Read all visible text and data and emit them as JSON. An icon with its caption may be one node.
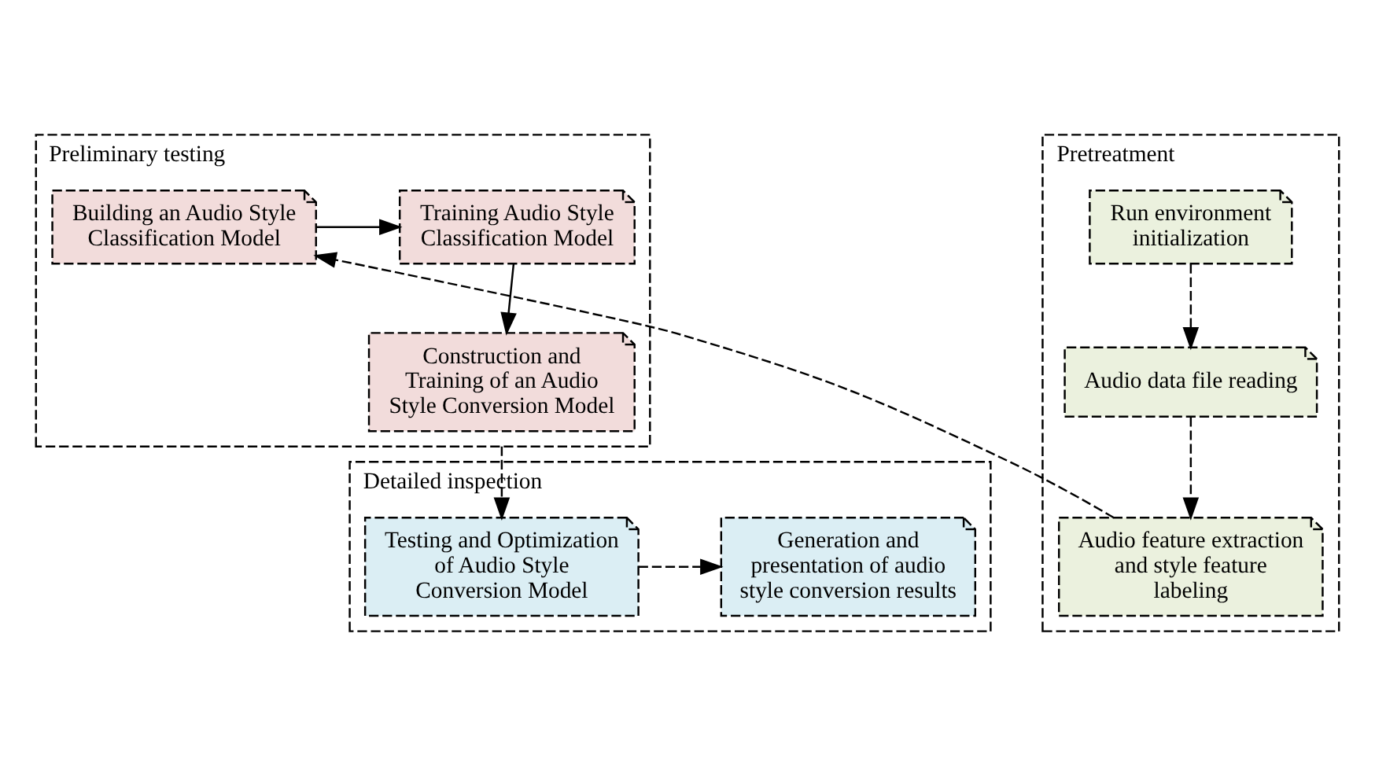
{
  "diagram": {
    "nodes": [
      {
        "text": [
          "Preliminary testing"
        ]
      },
      {
        "text": [
          "Building an Audio Style Classification Model"
        ],
        "in": 0
      },
      {
        "text": [
          "Training Audio Style Classification Model"
        ],
        "in": 0
      },
      {
        "text": [
          "Construction and Training of an Audio Style Conversion Model"
        ],
        "in": 0
      },
      {
        "text": [
          "Pretreatment"
        ]
      },
      {
        "text": [
          "Run environment initialization"
        ],
        "in": 4
      },
      {
        "text": [
          "Audio data file reading"
        ],
        "in": 4
      },
      {
        "text": [
          "Audio feature extraction and style feature labeling"
        ],
        "in": 4
      },
      {
        "text": [
          "Detailed inspection"
        ]
      },
      {
        "text": [
          "Testing and Optimization of Audio Style Conversion Model"
        ],
        "in": 8
      },
      {
        "text": [
          "Generation and presentation of audio style conversion results"
        ],
        "in": 8
      }
    ],
    "edges": [
      {
        "from": 1,
        "to": 2,
        "arrow": "to"
      },
      {
        "from": 2,
        "to": 3,
        "arrow": "to"
      },
      {
        "from": 5,
        "to": 6,
        "arrow": "to",
        "style": "dashed"
      },
      {
        "from": 6,
        "to": 7,
        "arrow": "to",
        "style": "dashed"
      },
      {
        "from": 7,
        "to": 1,
        "arrow": "to",
        "style": "dashed"
      },
      {
        "from": 0,
        "to": 9,
        "arrow": "to",
        "style": "dashed"
      },
      {
        "from": 9,
        "to": 10,
        "arrow": "to",
        "style": "dashed"
      }
    ]
  }
}
